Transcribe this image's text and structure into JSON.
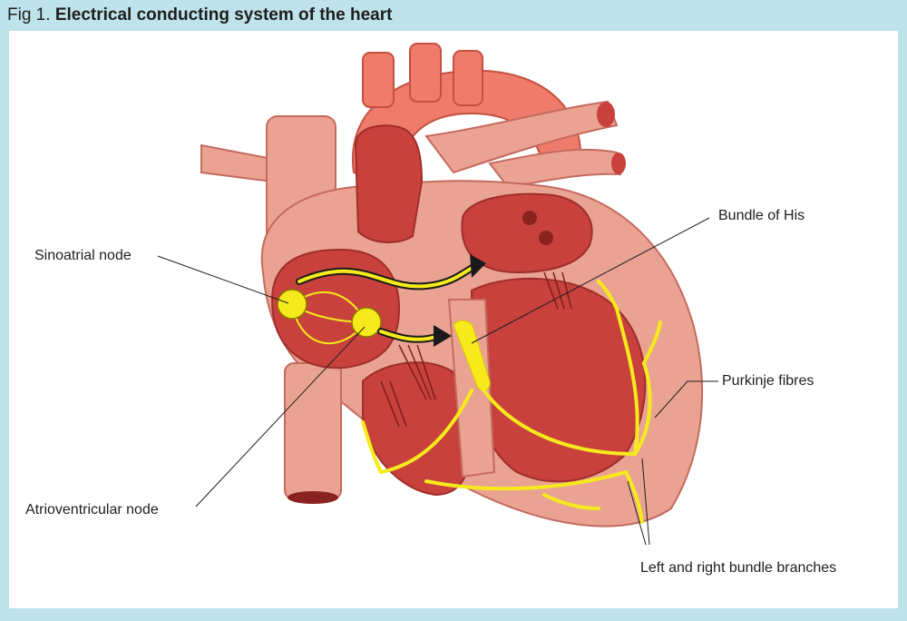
{
  "figure": {
    "number": "Fig 1.",
    "title": "Electrical conducting system of the heart"
  },
  "labels": {
    "sinoatrial_node": "Sinoatrial node",
    "atrioventricular_node": "Atrioventricular node",
    "bundle_of_his": "Bundle of His",
    "purkinje_fibres": "Purkinje fibres",
    "bundle_branches": "Left and right bundle branches"
  },
  "colors": {
    "frame": "#bfe3ea",
    "muscle": "#eaa392",
    "chamber": "#c8413c",
    "vessel": "#ef7c6b",
    "conduction": "#f6ea1c",
    "arrow": "#1a1a1a"
  }
}
